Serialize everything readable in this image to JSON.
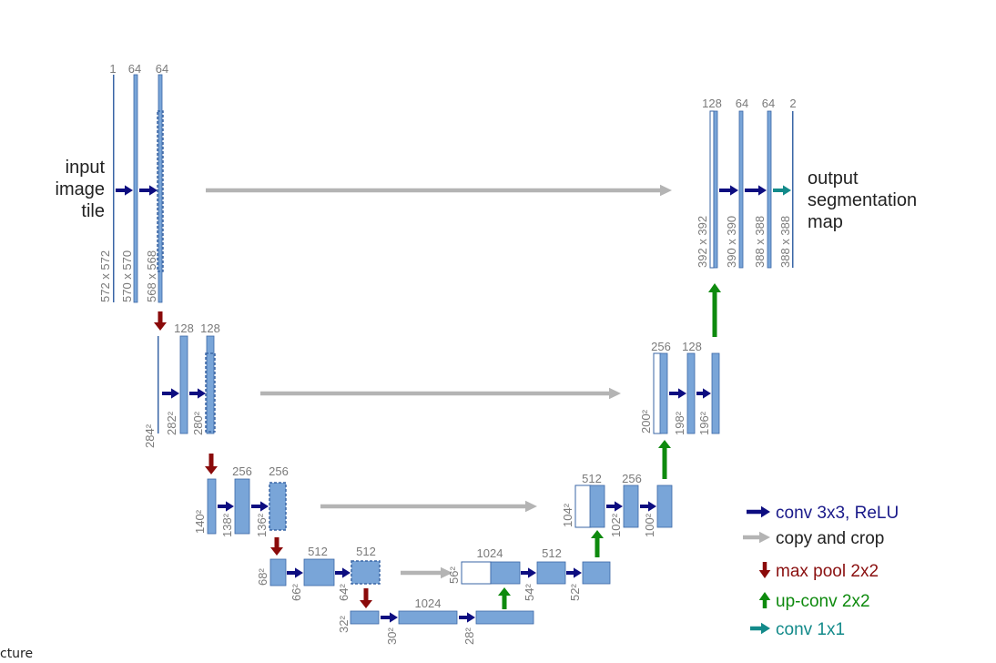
{
  "colors": {
    "block_fill": "#79a5d8",
    "block_stroke": "#3a66a6",
    "conv": "#0d0d80",
    "copy": "#b4b4b4",
    "pool": "#8a0a0a",
    "upconv": "#0e8a0e",
    "conv1x1": "#138a8a",
    "label_gray": "#7a7a7a"
  },
  "input_label": [
    "input",
    "image",
    "tile"
  ],
  "output_label": [
    "output",
    "segmentation",
    "map"
  ],
  "channels": {
    "l1": [
      "1",
      "64",
      "64"
    ],
    "l2": [
      "128",
      "128"
    ],
    "l3": [
      "256",
      "256"
    ],
    "l4": [
      "512",
      "512"
    ],
    "l5": [
      "1024"
    ],
    "u4": [
      "1024",
      "512"
    ],
    "u3": [
      "512",
      "256"
    ],
    "u2": [
      "256",
      "128"
    ],
    "u1": [
      "128",
      "64",
      "64",
      "2"
    ]
  },
  "sizes": {
    "l1": [
      "572 x 572",
      "570 x 570",
      "568 x 568"
    ],
    "l2": [
      "284²",
      "282²",
      "280²"
    ],
    "l3": [
      "140²",
      "138²",
      "136²"
    ],
    "l4": [
      "68²",
      "66²",
      "64²"
    ],
    "l5": [
      "32²",
      "30²",
      "28²"
    ],
    "u4": [
      "56²",
      "54²",
      "52²"
    ],
    "u3": [
      "104²",
      "102²",
      "100²"
    ],
    "u2": [
      "200²",
      "198²",
      "196²"
    ],
    "u1": [
      "392 x 392",
      "390 x 390",
      "388 x 388",
      "388 x 388"
    ]
  },
  "legend": [
    {
      "type": "conv",
      "label": "conv 3x3, ReLU"
    },
    {
      "type": "copy",
      "label": "copy and crop"
    },
    {
      "type": "pool",
      "label": "max pool 2x2"
    },
    {
      "type": "upconv",
      "label": "up-conv 2x2"
    },
    {
      "type": "conv1x1",
      "label": "conv 1x1"
    }
  ],
  "caption_fragment": "cture"
}
